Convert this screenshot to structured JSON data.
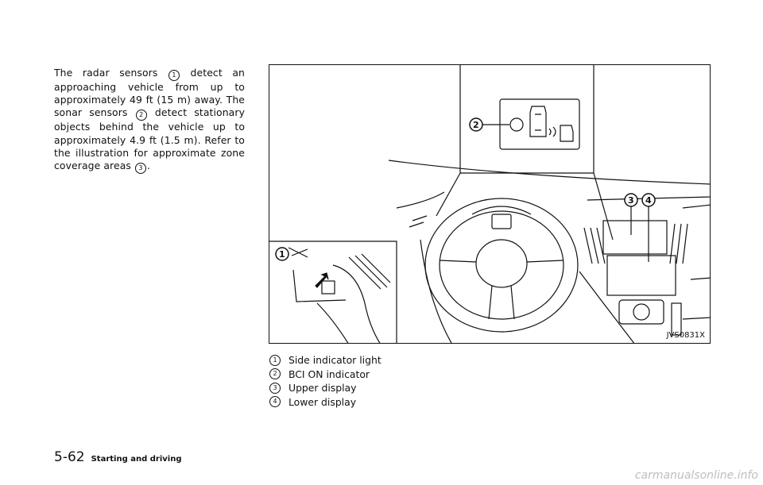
{
  "body_text": {
    "part1": "The radar sensors",
    "marker1": "1",
    "part2": "detect an approaching vehicle from up to approximately 49 ft (15 m) away. The sonar sensors",
    "marker2": "2",
    "part3": "detect stationary objects behind the vehicle up to approximately 4.9 ft (1.5 m). Refer to the illustration for approximate zone coverage areas",
    "marker3": "3",
    "part4": "."
  },
  "figure": {
    "code": "JVS0831X",
    "callouts": [
      "1",
      "2",
      "3",
      "4"
    ]
  },
  "legend": [
    {
      "marker": "1",
      "label": "Side indicator light"
    },
    {
      "marker": "2",
      "label": "BCI ON indicator"
    },
    {
      "marker": "3",
      "label": "Upper display"
    },
    {
      "marker": "4",
      "label": "Lower display"
    }
  ],
  "footer": {
    "page_number": "5-62",
    "section_title": "Starting and driving"
  },
  "watermark": "carmanualsonline.info"
}
